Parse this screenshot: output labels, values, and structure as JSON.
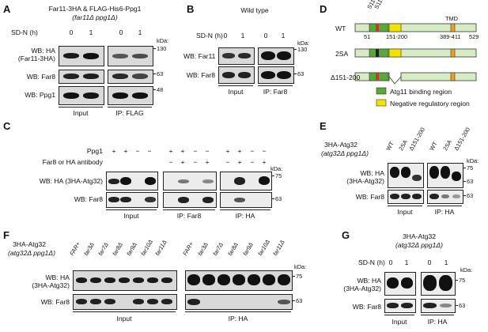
{
  "panels": {
    "A": {
      "letter": "A",
      "title": "Far11-3HA & FLAG-His6-Ppg1",
      "title_strain": "(far11Δ ppg1Δ)",
      "sdn_label": "SD-N (h)",
      "times": [
        "0",
        "1",
        "0",
        "1"
      ],
      "kda": "kDa:",
      "rows": [
        "WB: HA",
        "(Far11-3HA)",
        "WB: Far8",
        "WB: Ppg1"
      ],
      "markers": [
        "130",
        "63",
        "48"
      ],
      "groups": [
        "Input",
        "IP: FLAG"
      ]
    },
    "B": {
      "letter": "B",
      "title": "Wild type",
      "sdn_label": "SD-N (h)",
      "times": [
        "0",
        "1",
        "0",
        "1"
      ],
      "kda": "kDa:",
      "rows": [
        "WB: Far11",
        "WB: Far8"
      ],
      "markers": [
        "130",
        "63"
      ],
      "groups": [
        "Input",
        "IP: Far8"
      ]
    },
    "C": {
      "letter": "C",
      "conditions": [
        "Ppg1",
        "Far8 or HA antibody"
      ],
      "ppg1_signs": [
        "+",
        "+",
        "−",
        "−",
        "+",
        "+",
        "−",
        "−",
        "+",
        "+",
        "−",
        "−"
      ],
      "antibody_signs": [
        "",
        "",
        "",
        "",
        "−",
        "+",
        "−",
        "+",
        "−",
        "+",
        "−",
        "+"
      ],
      "kda": "kDa:",
      "rows": [
        "WB: HA (3HA-Atg32)",
        "WB: Far8"
      ],
      "markers": [
        "75",
        "63"
      ],
      "groups": [
        "Input",
        "IP: Far8",
        "IP: HA"
      ]
    },
    "D": {
      "letter": "D",
      "constructs": [
        "WT",
        "2SA",
        "Δ151-200"
      ],
      "sites": [
        "S114",
        "S119"
      ],
      "tmd": "TMD",
      "positions": [
        "51",
        "151-200",
        "389-411",
        "529"
      ],
      "legend": [
        "Atg11 binding region",
        "Negative regulatory region"
      ],
      "colors": {
        "backbone": "#d7ebc4",
        "atg11": "#5aa83a",
        "negative": "#f4e200",
        "sites": "#c43a2a",
        "sa": "#222222"
      }
    },
    "E": {
      "letter": "E",
      "title": "3HA-Atg32",
      "title_strain": "(atg32Δ ppg1Δ)",
      "lanes": [
        "WT",
        "2SA",
        "Δ151-200",
        "WT",
        "2SA",
        "Δ151-200"
      ],
      "kda": "kDa:",
      "rows": [
        "WB: HA",
        "(3HA-Atg32)",
        "WB: Far8"
      ],
      "markers": [
        "75",
        "63",
        "63"
      ],
      "groups": [
        "Input",
        "IP: HA"
      ]
    },
    "F": {
      "letter": "F",
      "title": "3HA-Atg32",
      "title_strain": "(atg32Δ ppg1Δ)",
      "lanes": [
        "FAR+",
        "far3Δ",
        "far7Δ",
        "far8Δ",
        "far9Δ",
        "far10Δ",
        "far11Δ",
        "FAR+",
        "far3Δ",
        "far7Δ",
        "far8Δ",
        "far9Δ",
        "far10Δ",
        "far11Δ"
      ],
      "kda": "kDa:",
      "rows": [
        "WB: HA",
        "(3HA-Atg32)",
        "WB: Far8"
      ],
      "markers": [
        "75",
        "63"
      ],
      "groups": [
        "Input",
        "IP: HA"
      ]
    },
    "G": {
      "letter": "G",
      "title": "3HA-Atg32",
      "title_strain": "(atg32Δ ppg1Δ)",
      "sdn_label": "SD-N (h)",
      "times": [
        "0",
        "1",
        "0",
        "1"
      ],
      "kda": "kDa:",
      "rows": [
        "WB: HA",
        "(3HA-Atg32)",
        "WB: Far8"
      ],
      "markers": [
        "75",
        "63"
      ],
      "groups": [
        "Input",
        "IP: HA"
      ]
    }
  }
}
